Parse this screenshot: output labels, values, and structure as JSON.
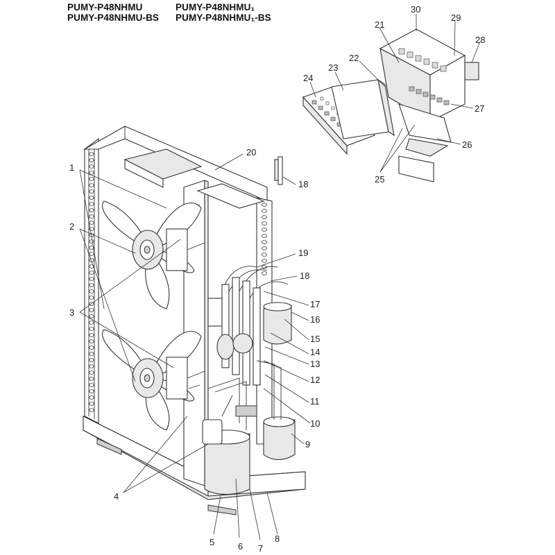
{
  "titles": {
    "model_1": "PUMY-P48NHMU",
    "model_2": "PUMY-P48NHMU-BS",
    "model_3": "PUMY-P48NHMU₁",
    "model_4": "PUMY-P48NHMU₁-BS"
  },
  "callouts": {
    "c1": "1",
    "c2": "2",
    "c3": "3",
    "c4": "4",
    "c5": "5",
    "c6": "6",
    "c7": "7",
    "c8": "8",
    "c9": "9",
    "c10": "10",
    "c11": "11",
    "c12": "12",
    "c13": "13",
    "c14": "14",
    "c15": "15",
    "c16": "16",
    "c17": "17",
    "c18a": "18",
    "c18b": "18",
    "c19": "19",
    "c20": "20",
    "c21": "21",
    "c22": "22",
    "c23": "23",
    "c24": "24",
    "c25": "25",
    "c26": "26",
    "c27": "27",
    "c28": "28",
    "c29": "29",
    "c30": "30"
  }
}
